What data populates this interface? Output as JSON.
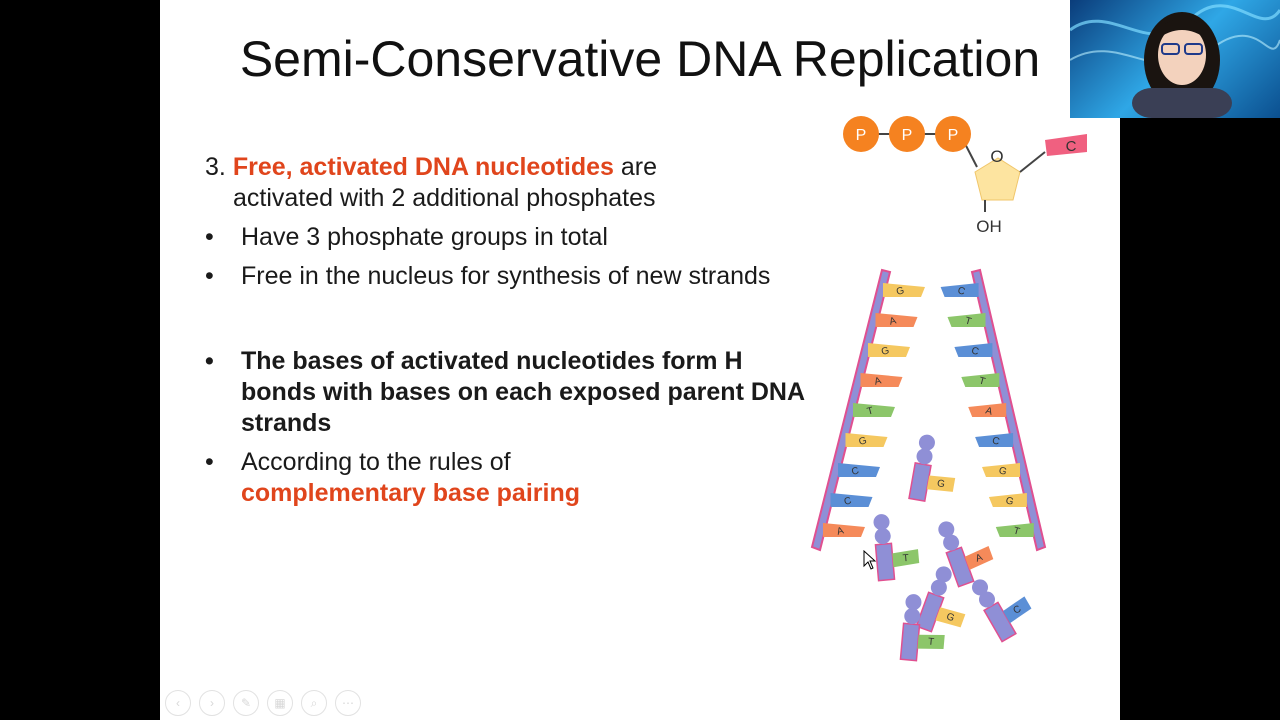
{
  "slide": {
    "title": "Semi-Conservative DNA Replication",
    "point3": {
      "number": "3.",
      "highlight": "Free, activated DNA nucleotides",
      "text1": " are",
      "text2": "activated with 2 additional phosphates"
    },
    "bullets": [
      "Have 3 phosphate groups in total",
      "Free in the nucleus for synthesis of new strands"
    ],
    "bold_bullet": "The bases of activated nucleotides form H bonds with bases on each exposed parent DNA strands",
    "last_bullet": {
      "text": "According to the rules of",
      "highlight": "complementary base pairing"
    },
    "bullet_symbol": "•"
  },
  "nucleotide": {
    "phosphate_label": "P",
    "oxygen_label": "O",
    "hydroxyl_label": "OH",
    "base_label": "C"
  },
  "dna_diagram": {
    "left_strand_bases": [
      "G",
      "A",
      "G",
      "A",
      "T",
      "G",
      "C",
      "C",
      "A"
    ],
    "right_strand_bases": [
      "C",
      "T",
      "C",
      "T",
      "A",
      "C",
      "G",
      "G",
      "T"
    ],
    "free_nucleotides": [
      "G",
      "T",
      "G",
      "A",
      "T",
      "C"
    ],
    "phosphate_label": "P"
  },
  "colors": {
    "accent_red": "#e0451c",
    "phosphate": "#f58220",
    "sugar": "#fde4a0",
    "backbone": "#8f8fd6",
    "backbone_edge": "#e05090"
  }
}
